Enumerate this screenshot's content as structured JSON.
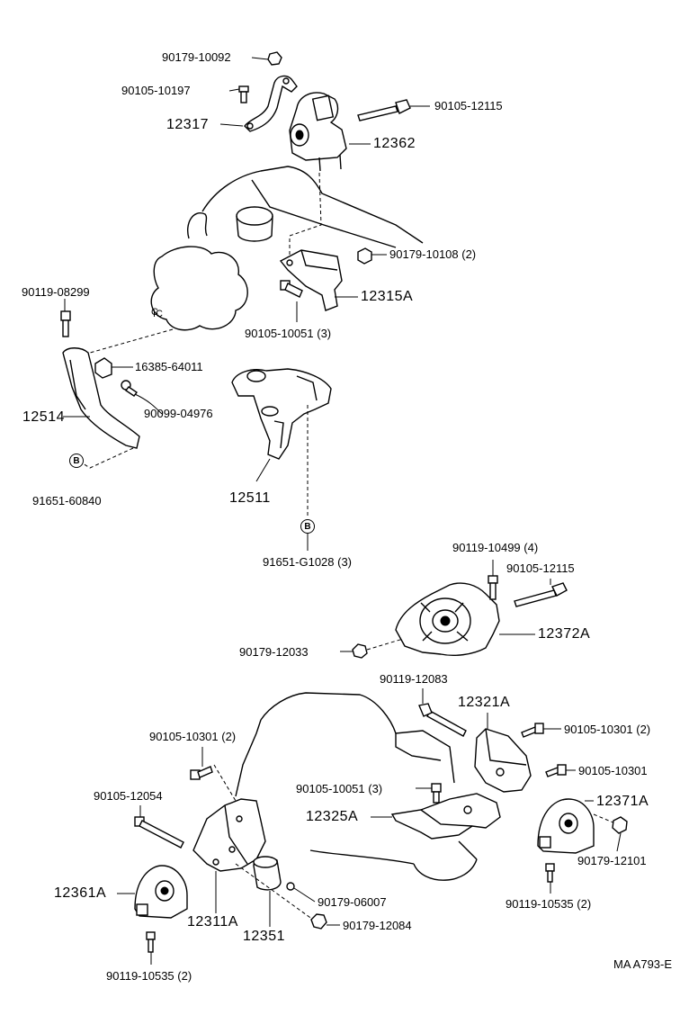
{
  "labels": {
    "p_90179_10092": "90179-10092",
    "p_90105_10197": "90105-10197",
    "p_12317": "12317",
    "p_90105_12115_top": "90105-12115",
    "p_12362": "12362",
    "p_90179_10108": "90179-10108 (2)",
    "p_12315A": "12315A",
    "p_90105_10051_top": "90105-10051 (3)",
    "p_90119_08299": "90119-08299",
    "p_16385_64011": "16385-64011",
    "p_12514": "12514",
    "p_90099_04976": "90099-04976",
    "p_91651_60840": "91651-60840",
    "p_12511": "12511",
    "p_91651_G1028": "91651-G1028 (3)",
    "p_90119_10499": "90119-10499 (4)",
    "p_90105_12115_mid": "90105-12115",
    "p_12372A": "12372A",
    "p_90179_12033": "90179-12033",
    "p_90119_12083": "90119-12083",
    "p_12321A": "12321A",
    "p_90105_10301_r2": "90105-10301 (2)",
    "p_90105_10301_r": "90105-10301",
    "p_90105_10301_l2": "90105-10301 (2)",
    "p_90105_10051_bot": "90105-10051 (3)",
    "p_12371A": "12371A",
    "p_90105_12054": "90105-12054",
    "p_12325A": "12325A",
    "p_90179_12101": "90179-12101",
    "p_12361A": "12361A",
    "p_90179_06007": "90179-06007",
    "p_12311A": "12311A",
    "p_12351": "12351",
    "p_90119_10535_r": "90119-10535 (2)",
    "p_90179_12084": "90179-12084",
    "p_90119_10535_l": "90119-10535 (2)",
    "ref_code": "MA A793-E",
    "marker_b1": "B",
    "marker_b2": "B",
    "marker_c": "C"
  }
}
